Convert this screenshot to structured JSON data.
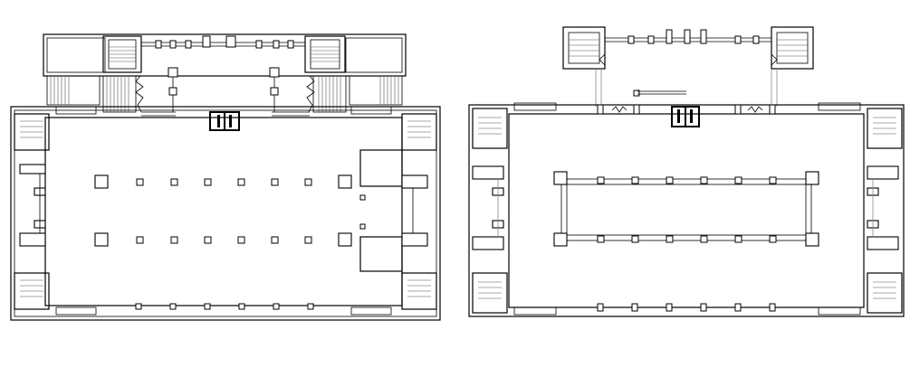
{
  "drawing": {
    "type": "architectural floor plans",
    "plan_count": 2,
    "line_color": "#000000",
    "background": "#ffffff",
    "plans": [
      {
        "id": "left",
        "column_grid": {
          "rows": 2,
          "cols": 8
        }
      },
      {
        "id": "right",
        "column_grid": {
          "rows": 2,
          "cols": 8
        }
      }
    ]
  }
}
